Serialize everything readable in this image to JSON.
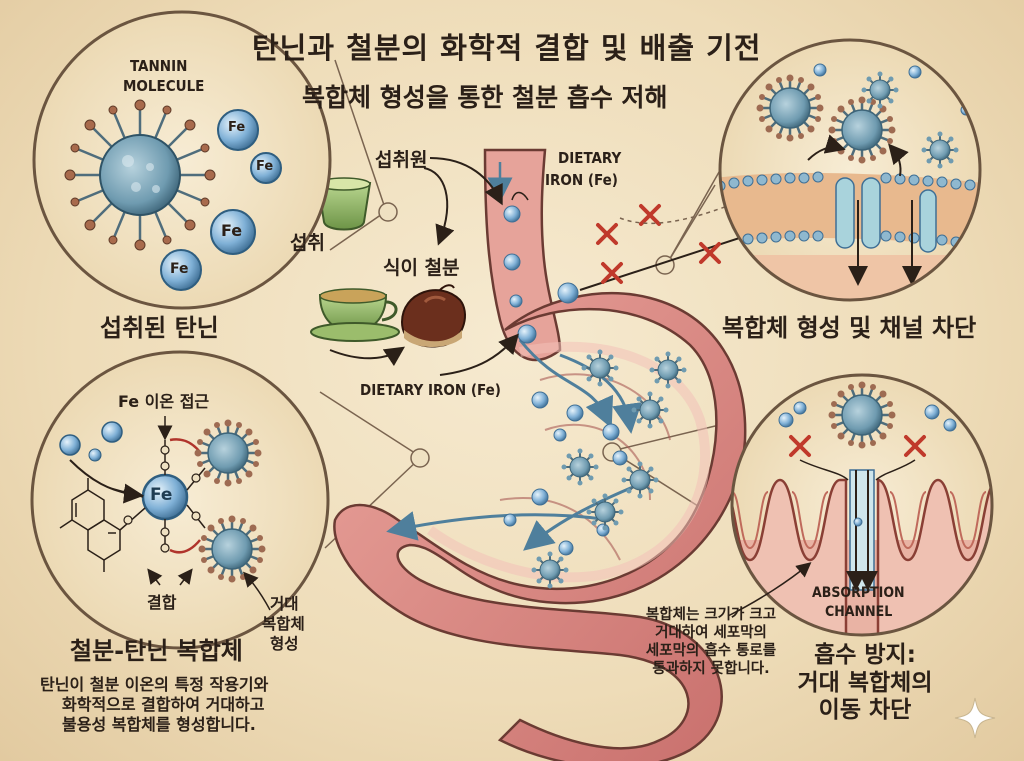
{
  "title": "탄닌과 철분의 화학적 결합 및 배출 기전",
  "subtitle": "복합체 형성을 통한 철분 흡수 저해",
  "panel1": {
    "molecule_label_1": "TANNIN",
    "molecule_label_2": "MOLECULE",
    "fe_label": "Fe",
    "caption": "섭취된 탄닌"
  },
  "intake": {
    "source_label": "섭취원",
    "ingest_label": "섭취",
    "dietary_iron_ko": "식이 철분",
    "dietary_iron_en_1": "DIETARY",
    "dietary_iron_en_2": "IRON (Fe)",
    "dietary_iron_en_full": "DIETARY IRON (Fe)"
  },
  "panel2": {
    "caption": "복합체 형성 및 채널 차단"
  },
  "panel3": {
    "approach_label": "Fe 이온 접근",
    "center_label": "Fe",
    "bond_label": "결합",
    "giant_1": "거대",
    "giant_2": "복합체",
    "giant_3": "형성",
    "caption": "철분-탄닌 복합체",
    "desc_1": "탄닌이 철분 이온의 특정 작용기와",
    "desc_2": "화학적으로 결합하여 거대하고",
    "desc_3": "불용성 복합체를 형성합니다."
  },
  "panel4": {
    "channel_1": "ABSORPTION",
    "channel_2": "CHANNEL",
    "note_1": "복합체는 크기가 크고",
    "note_2": "거대하여 세포막의",
    "note_3": "세포막의 흡수 통로를",
    "note_4": "통과하지 못합니다.",
    "caption_1": "흡수 방지:",
    "caption_2": "거대 복합체의",
    "caption_3": "이동 차단"
  },
  "colors": {
    "background": "#efe1c2",
    "ink": "#2b2018",
    "tannin": "#6f9bb0",
    "iron_ion": "#7fb0d6",
    "stomach": "#d98a86",
    "block_x": "#c0392b",
    "channel": "#a9d3dc"
  }
}
